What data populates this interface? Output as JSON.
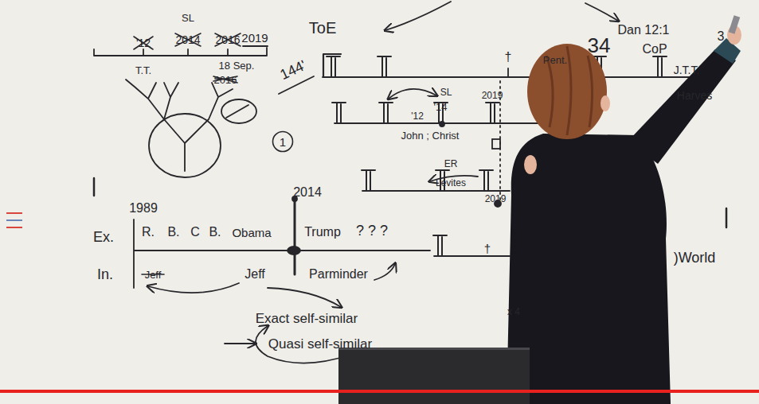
{
  "diagram": {
    "nodes": [
      {
        "text": [
          "1"
        ]
      }
    ],
    "labels": [
      "'12",
      "SL",
      "2014",
      "2016",
      "2019",
      "T.T.",
      "18 Sep.",
      "2016",
      "ToE",
      "144'",
      "†",
      "Pent.",
      "34",
      "Dan 12:1",
      "CoP",
      "J.T.T.",
      "Harves",
      "3",
      "SL",
      "'14",
      "'12",
      "2019",
      "John ; Christ",
      "ER",
      "Levites",
      "2019",
      "†",
      "x 4",
      ")World",
      "1989",
      "2014",
      "Ex.",
      "R.",
      "B.",
      "C",
      "B.",
      "Obama",
      "Trump",
      "? ? ?",
      "In.",
      "Jeff",
      "Jeff",
      "Parminder",
      "Exact self-similar",
      "Quasi self-similar"
    ]
  }
}
